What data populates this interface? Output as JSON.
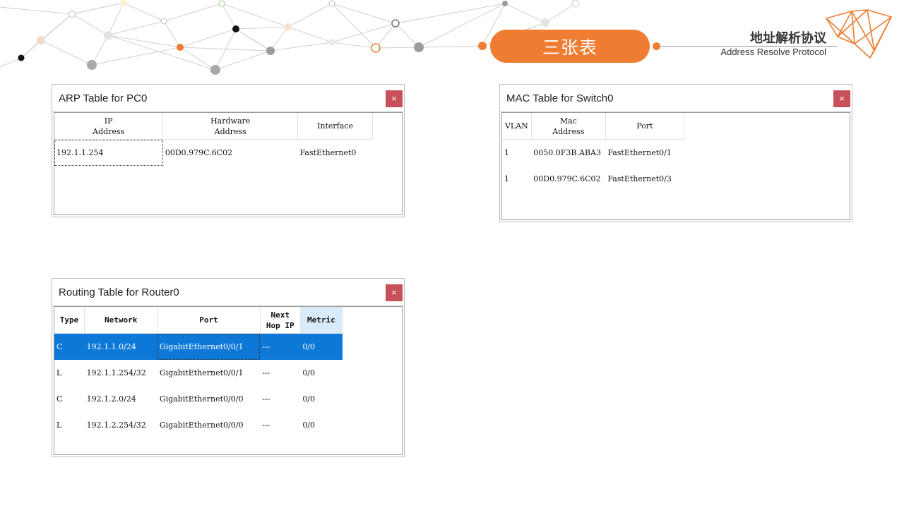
{
  "colors": {
    "accent": "#ee7d31",
    "selected": "#0e78d6",
    "close": "#c7505a"
  },
  "header": {
    "pill_text": "三张表",
    "brand_cn": "地址解析协议",
    "brand_en": "Address Resolve Protocol"
  },
  "arp": {
    "title": "ARP Table for PC0",
    "close": "×",
    "columns": [
      "IP\nAddress",
      "Hardware\nAddress",
      "Interface"
    ],
    "rows": [
      {
        "ip": "192.1.1.254",
        "hw": "00D0.979C.6C02",
        "iface": "FastEthernet0"
      }
    ]
  },
  "mac": {
    "title": "MAC Table for Switch0",
    "close": "×",
    "columns": [
      "VLAN",
      "Mac\nAddress",
      "Port"
    ],
    "rows": [
      {
        "vlan": "1",
        "mac": "0050.0F3B.ABA3",
        "port": "FastEthernet0/1"
      },
      {
        "vlan": "1",
        "mac": "00D0.979C.6C02",
        "port": "FastEthernet0/3"
      }
    ]
  },
  "route": {
    "title": "Routing Table for Router0",
    "close": "×",
    "columns": [
      "Type",
      "Network",
      "Port",
      "Next\nHop IP",
      "Metric"
    ],
    "rows": [
      {
        "type": "C",
        "network": "192.1.1.0/24",
        "port": "GigabitEthernet0/0/1",
        "next": "---",
        "metric": "0/0"
      },
      {
        "type": "L",
        "network": "192.1.1.254/32",
        "port": "GigabitEthernet0/0/1",
        "next": "---",
        "metric": "0/0"
      },
      {
        "type": "C",
        "network": "192.1.2.0/24",
        "port": "GigabitEthernet0/0/0",
        "next": "---",
        "metric": "0/0"
      },
      {
        "type": "L",
        "network": "192.1.2.254/32",
        "port": "GigabitEthernet0/0/0",
        "next": "---",
        "metric": "0/0"
      }
    ]
  }
}
